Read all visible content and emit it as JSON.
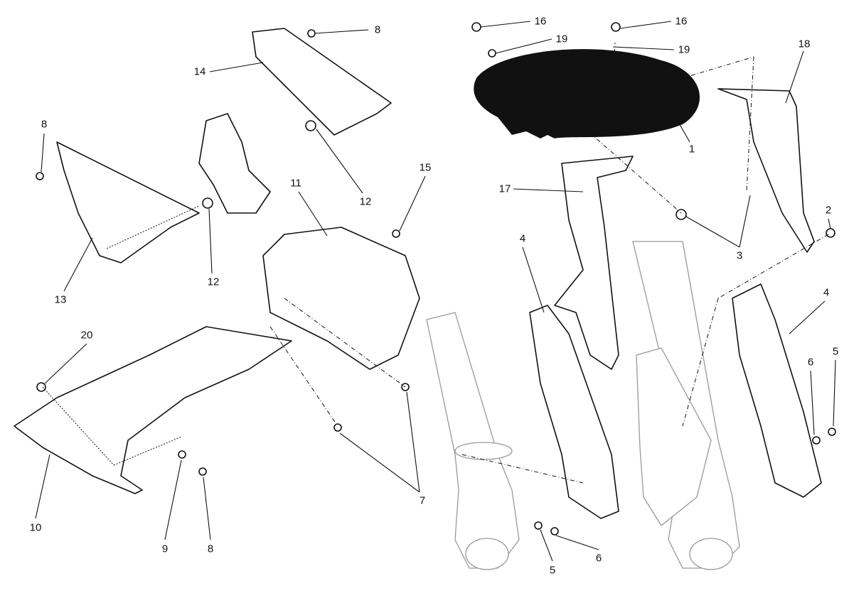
{
  "title": "Exploded parts diagram – side panels, front mudguard, fork guards",
  "callouts": [
    "8",
    "14",
    "8",
    "16",
    "19",
    "16",
    "19",
    "18",
    "1",
    "12",
    "15",
    "11",
    "17",
    "2",
    "3",
    "4",
    "4",
    "12",
    "13",
    "20",
    "6",
    "5",
    "7",
    "10",
    "9",
    "8",
    "5",
    "6"
  ]
}
